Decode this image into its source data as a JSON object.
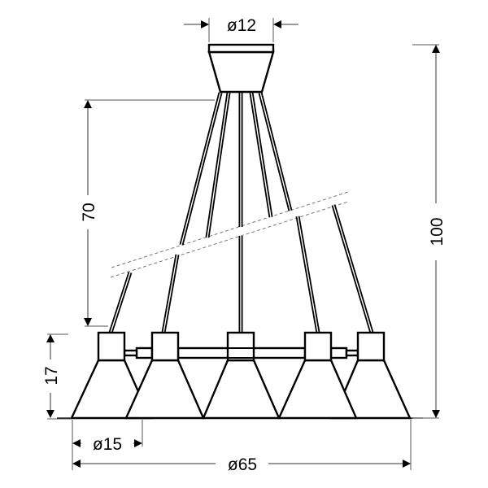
{
  "diagram": {
    "subject": "Five-light ceiling pendant lamp technical drawing",
    "units": "cm",
    "dimensions": {
      "canopy_diameter": {
        "label": "ø12",
        "value": 12
      },
      "total_height": {
        "label": "100",
        "value": 100
      },
      "suspension_length": {
        "label": "70",
        "value": 70
      },
      "shade_height": {
        "label": "17",
        "value": 17
      },
      "shade_diameter": {
        "label": "ø15",
        "value": 15
      },
      "total_diameter": {
        "label": "ø65",
        "value": 65
      }
    },
    "components": {
      "canopy": "ceiling-canopy",
      "wires_count": 5,
      "lamp_heads_count": 5,
      "shades_count": 5,
      "crossbar": "horizontal-connector-bar"
    },
    "colors": {
      "line": "#000000",
      "dimension_line": "#333333",
      "background": "#ffffff"
    }
  }
}
